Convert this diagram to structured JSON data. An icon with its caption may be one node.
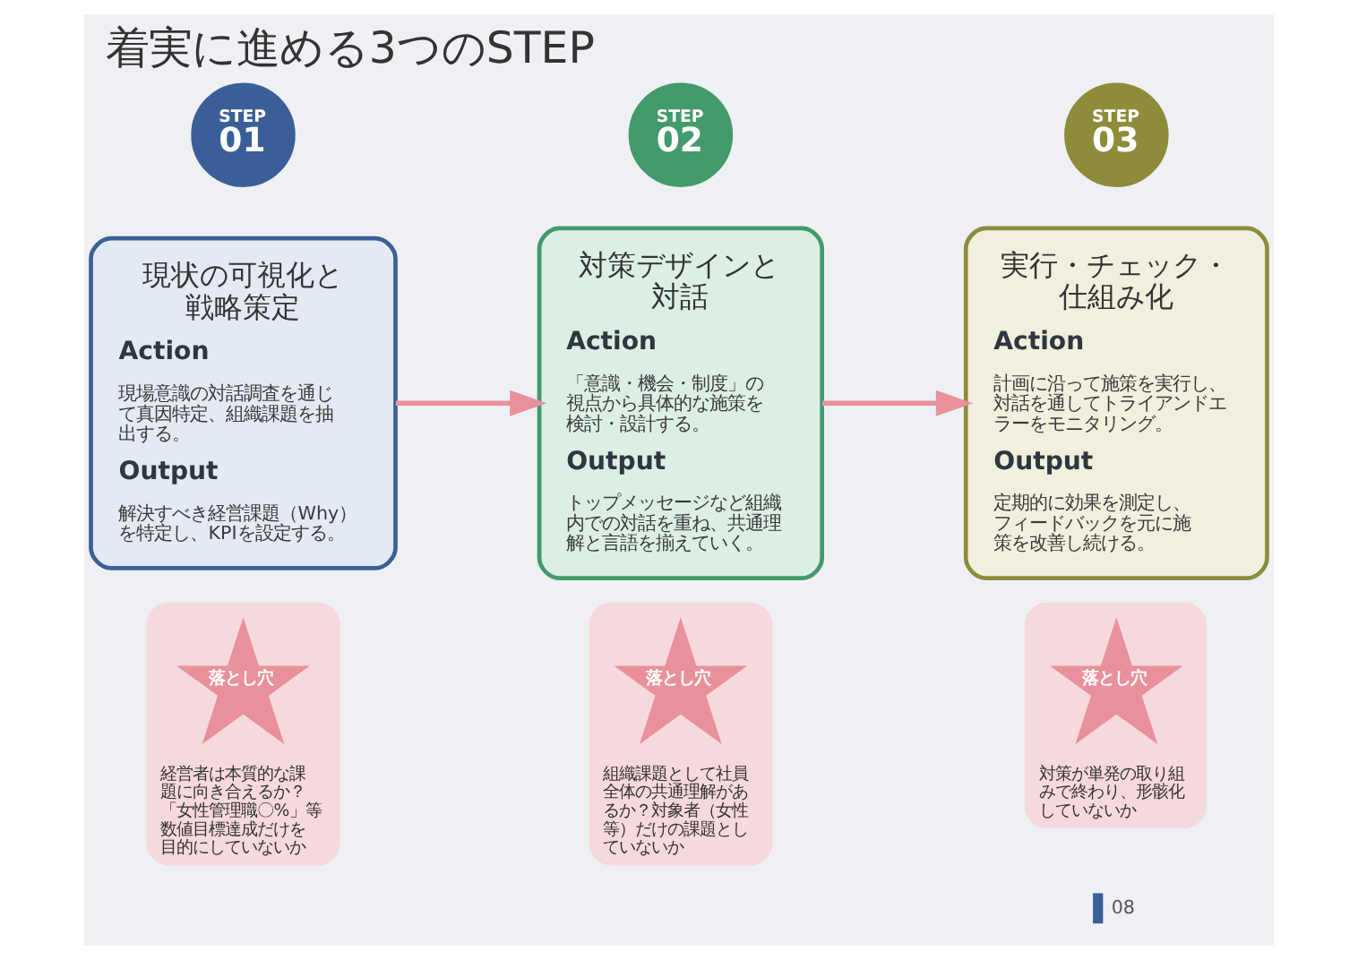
{
  "diagram": {
    "title": "着実に進める3つのSTEP",
    "nodes": [
      {
        "text": [
          "STEP",
          "01"
        ]
      },
      {
        "text": [
          "現状の可視化と戦略策定",
          "Action",
          "現場意識の対話調査を通じて真因特定、組織課題を抽出する。",
          "Output",
          "解決すべき経営課題（Why）を特定し、KPIを設定する。"
        ]
      },
      {
        "text": [
          "経営者は本質的な課題に向き合えるか？「女性管理職〇%」等数値目標達成だけを目的にしていないか"
        ]
      },
      {
        "text": [
          "落とし穴"
        ],
        "in": 2
      },
      {
        "text": [
          "STEP",
          "02"
        ]
      },
      {
        "text": [
          "対策デザインと対話",
          "Action",
          "「意識・機会・制度」の視点から具体的な施策を検討・設計する。",
          "Output",
          "トップメッセージなど組織内での対話を重ね、共通理解と言語を揃えていく。"
        ]
      },
      {
        "text": [
          "組織課題として社員全体の共通理解があるか？対象者（女性等）だけの課題としていないか"
        ]
      },
      {
        "text": [
          "落とし穴"
        ],
        "in": 6
      },
      {
        "text": [
          "STEP",
          "03"
        ]
      },
      {
        "text": [
          "実行・チェック・仕組み化",
          "Action",
          "計画に沿って施策を実行し、対話を通してトライアンドエラーをモニタリング。",
          "Output",
          "定期的に効果を測定し、フィードバックを元に施策を改善し続ける。"
        ]
      },
      {
        "text": [
          "対策が単発の取り組みで終わり、形骸化していないか"
        ]
      },
      {
        "text": [
          "落とし穴"
        ],
        "in": 10
      }
    ],
    "edges": [
      {
        "from": 1,
        "to": 5,
        "arrow": "to"
      },
      {
        "from": 5,
        "to": 9,
        "arrow": "to"
      }
    ],
    "labels": [
      "08"
    ]
  }
}
